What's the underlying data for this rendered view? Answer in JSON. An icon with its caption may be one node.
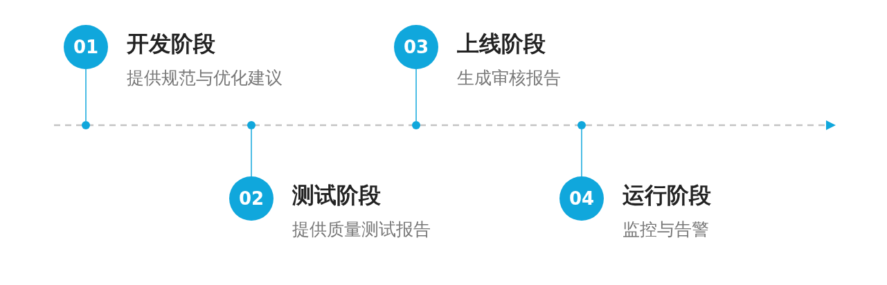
{
  "diagram": {
    "nodes": [
      {
        "text": [
          "01"
        ],
        "beside": [
          "开发阶段",
          "提供规范与优化建议"
        ]
      },
      {
        "text": [],
        "shape": "circle"
      },
      {
        "text": [
          "02"
        ],
        "beside": [
          "测试阶段",
          "提供质量测试报告"
        ]
      },
      {
        "text": [],
        "shape": "circle"
      },
      {
        "text": [
          "03"
        ],
        "beside": [
          "上线阶段",
          "生成审核报告"
        ]
      },
      {
        "text": [],
        "shape": "circle"
      },
      {
        "text": [
          "04"
        ],
        "beside": [
          "运行阶段",
          "监控与告警"
        ]
      },
      {
        "text": [],
        "shape": "circle"
      }
    ],
    "edges": [
      {
        "from": 0,
        "to": 1,
        "arrow": "none"
      },
      {
        "from": 2,
        "to": 3,
        "arrow": "none"
      },
      {
        "from": 4,
        "to": 5,
        "arrow": "none"
      },
      {
        "from": 6,
        "to": 7,
        "arrow": "none"
      }
    ]
  }
}
